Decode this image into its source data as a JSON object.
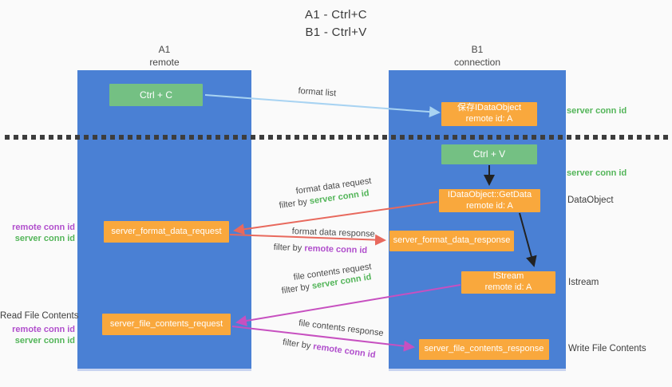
{
  "title": {
    "line1": "A1 - Ctrl+C",
    "line2": "B1 - Ctrl+V"
  },
  "lanes": {
    "left": {
      "name": "A1",
      "role": "remote"
    },
    "right": {
      "name": "B1",
      "role": "connection"
    }
  },
  "nodes": {
    "ctrl_c": {
      "label": "Ctrl + C"
    },
    "save_idataobject": {
      "line1": "保存IDataObject",
      "line2": "remote id: A"
    },
    "ctrl_v": {
      "label": "Ctrl + V"
    },
    "getdata": {
      "line1": "IDataObject::GetData",
      "line2": "remote id: A"
    },
    "server_format_data_request": {
      "label": "server_format_data_request"
    },
    "server_format_data_response": {
      "label": "server_format_data_response"
    },
    "istream": {
      "line1": "IStream",
      "line2": "remote id: A"
    },
    "server_file_contents_request": {
      "label": "server_file_contents_request"
    },
    "server_file_contents_response": {
      "label": "server_file_contents_response"
    }
  },
  "edge_labels": {
    "format_list": "format list",
    "format_data_request": "format data request",
    "format_data_response": "format data response",
    "file_contents_request": "file contents request",
    "file_contents_response": "file contents response",
    "filter_by": "filter by",
    "server_conn_id": "server conn id",
    "remote_conn_id": "remote conn id"
  },
  "side_labels": {
    "server_conn_id_top": "server conn id",
    "server_conn_id_mid": "server conn id",
    "dataobject": "DataObject",
    "istream": "Istream",
    "write_file_contents": "Write File Contents",
    "read_file_contents": "Read File Contents",
    "remote_conn_id": "remote conn id",
    "server_conn_id": "server conn id"
  },
  "colors": {
    "lane_blue": "#4a80d4",
    "node_green": "#74c083",
    "node_orange": "#f9a83d",
    "label_green": "#53b559",
    "label_purple": "#b04ecc",
    "arrow_red": "#e8695d",
    "arrow_magenta": "#c750c0",
    "arrow_light_blue": "#a8d3f2",
    "arrow_black": "#222222",
    "divider_dark": "#3d3d3d",
    "text_dark": "#3d3d3d"
  }
}
